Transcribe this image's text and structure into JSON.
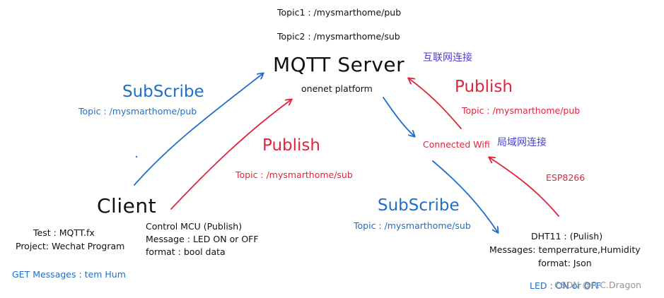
{
  "server": {
    "topic1": "Topic1 : /mysmarthome/pub",
    "topic2": "Topic2 : /mysmarthome/sub",
    "title": "MQTT Server",
    "platform": "onenet platform",
    "internet": "互联网连接"
  },
  "client": {
    "title": "Client",
    "test": "Test : MQTT.fx",
    "project": "Project: Wechat Program",
    "get_messages": "GET Messages : tem Hum",
    "control": "Control MCU (Publish)",
    "message": "Message : LED ON or OFF",
    "format": "format : bool data"
  },
  "flows": {
    "client_subscribe": "SubScribe",
    "client_subscribe_topic": "Topic : /mysmarthome/pub",
    "client_publish": "Publish",
    "client_publish_topic": "Topic : /mysmarthome/sub",
    "device_publish": "Publish",
    "device_publish_topic": "Topic : /mysmarthome/pub",
    "device_subscribe": "SubScribe",
    "device_subscribe_topic": "Topic : /mysmarthome/sub"
  },
  "wifi": {
    "label": "Connected Wifi",
    "lan": "局域网连接",
    "module": "ESP8266"
  },
  "device": {
    "sensor": "DHT11 : (Pulish)",
    "messages": "Messages: temperrature,Humidity",
    "format": "format: Json",
    "led": "LED : ON or OFF"
  },
  "watermark": "CSDN @R.C.Dragon",
  "colors": {
    "blue": "#1f6fc9",
    "red": "#e0253a",
    "violet": "#4b3fd0",
    "black": "#111111"
  }
}
